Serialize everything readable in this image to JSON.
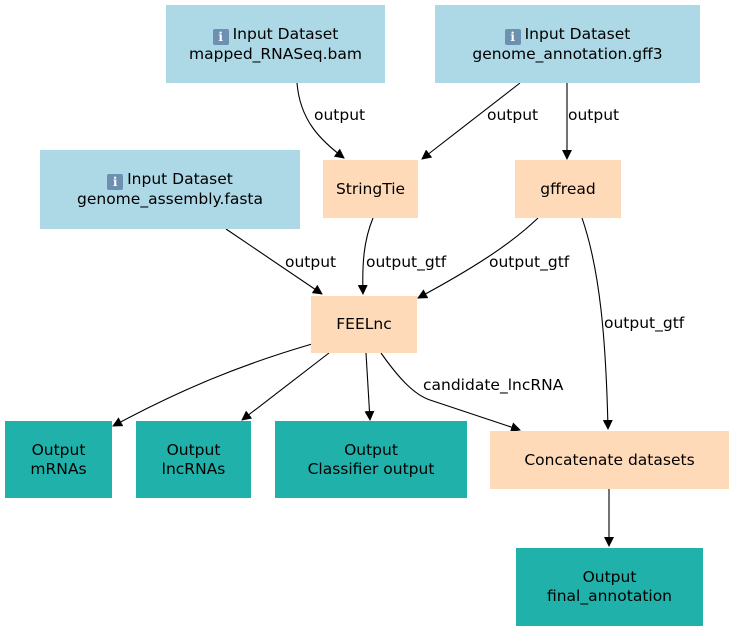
{
  "nodes": {
    "input_bam": {
      "title": "Input Dataset",
      "subtitle": "mapped_RNASeq.bam",
      "icon": "info-icon"
    },
    "input_gff3": {
      "title": "Input Dataset",
      "subtitle": "genome_annotation.gff3",
      "icon": "info-icon"
    },
    "input_fasta": {
      "title": "Input Dataset",
      "subtitle": "genome_assembly.fasta",
      "icon": "info-icon"
    },
    "stringtie": {
      "title": "StringTie"
    },
    "gffread": {
      "title": "gffread"
    },
    "feelnc": {
      "title": "FEELnc"
    },
    "out_mrnas": {
      "title": "Output",
      "subtitle": "mRNAs"
    },
    "out_lncrnas": {
      "title": "Output",
      "subtitle": "lncRNAs"
    },
    "out_classifier": {
      "title": "Output",
      "subtitle": "Classifier output"
    },
    "concat": {
      "title": "Concatenate datasets"
    },
    "out_final": {
      "title": "Output",
      "subtitle": "final_annotation"
    }
  },
  "edges": {
    "bam_to_stringtie": "output",
    "gff3_to_stringtie": "output",
    "gff3_to_gffread": "output",
    "fasta_to_feelnc": "output",
    "stringtie_to_feelnc": "output_gtf",
    "gffread_to_feelnc": "output_gtf",
    "gffread_to_concat": "output_gtf",
    "feelnc_to_concat": "candidate_lncRNA"
  },
  "colors": {
    "input": "#add8e6",
    "tool": "#ffdab9",
    "output": "#20b2aa",
    "edge": "#000000"
  }
}
